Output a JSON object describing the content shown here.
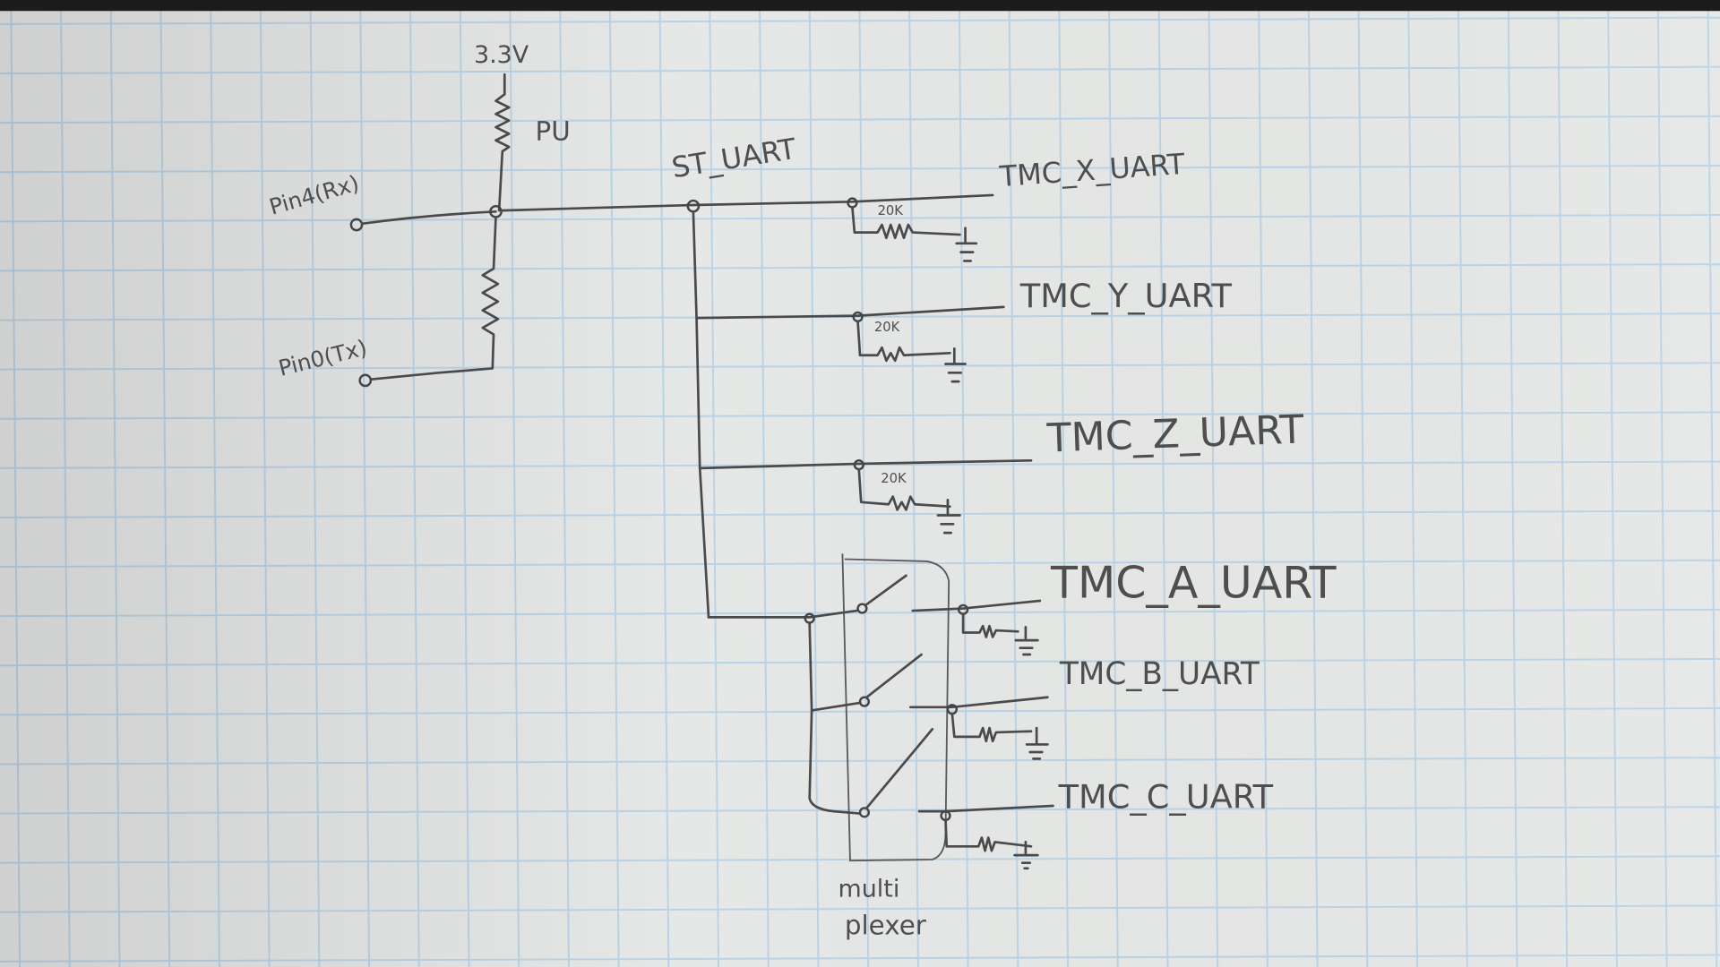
{
  "schematic": {
    "supply_label": "3.3V",
    "pullup_label": "PU",
    "pin_rx_label": "Pin4(Rx)",
    "pin_tx_label": "Pin0(Tx)",
    "bus_label": "ST_UART",
    "branches": [
      {
        "label": "TMC_X_UART",
        "resistor": "20K"
      },
      {
        "label": "TMC_Y_UART",
        "resistor": "20K"
      },
      {
        "label": "TMC_Z_UART",
        "resistor": "20K"
      }
    ],
    "mux_outputs": [
      {
        "label": "TMC_A_UART"
      },
      {
        "label": "TMC_B_UART"
      },
      {
        "label": "TMC_C_UART"
      }
    ],
    "mux_label_line1": "multi",
    "mux_label_line2": "plexer"
  },
  "colors": {
    "paper": "#e4e6e5",
    "grid": "#b9d3e6",
    "pencil": "#4a4a4a"
  }
}
